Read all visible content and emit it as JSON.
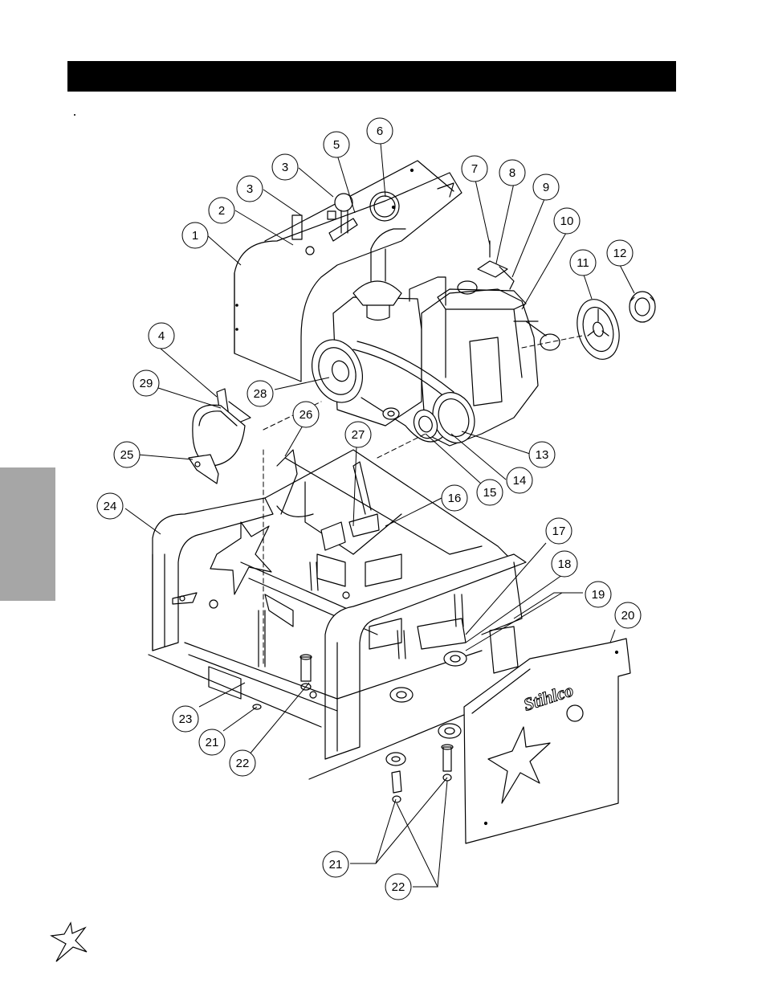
{
  "header": {
    "title": ""
  },
  "brand_word": "Stihlco",
  "colors": {
    "header": "#000000",
    "side_tab": "#a6a6a6",
    "line": "#000000"
  },
  "callouts": [
    {
      "label": "1"
    },
    {
      "label": "2"
    },
    {
      "label": "3"
    },
    {
      "label": "3"
    },
    {
      "label": "4"
    },
    {
      "label": "5"
    },
    {
      "label": "6"
    },
    {
      "label": "7"
    },
    {
      "label": "8"
    },
    {
      "label": "9"
    },
    {
      "label": "10"
    },
    {
      "label": "11"
    },
    {
      "label": "12"
    },
    {
      "label": "13"
    },
    {
      "label": "14"
    },
    {
      "label": "15"
    },
    {
      "label": "16"
    },
    {
      "label": "17"
    },
    {
      "label": "18"
    },
    {
      "label": "19"
    },
    {
      "label": "20"
    },
    {
      "label": "21"
    },
    {
      "label": "21"
    },
    {
      "label": "22"
    },
    {
      "label": "22"
    },
    {
      "label": "23"
    },
    {
      "label": "24"
    },
    {
      "label": "25"
    },
    {
      "label": "26"
    },
    {
      "label": "27"
    },
    {
      "label": "28"
    },
    {
      "label": "29"
    }
  ]
}
